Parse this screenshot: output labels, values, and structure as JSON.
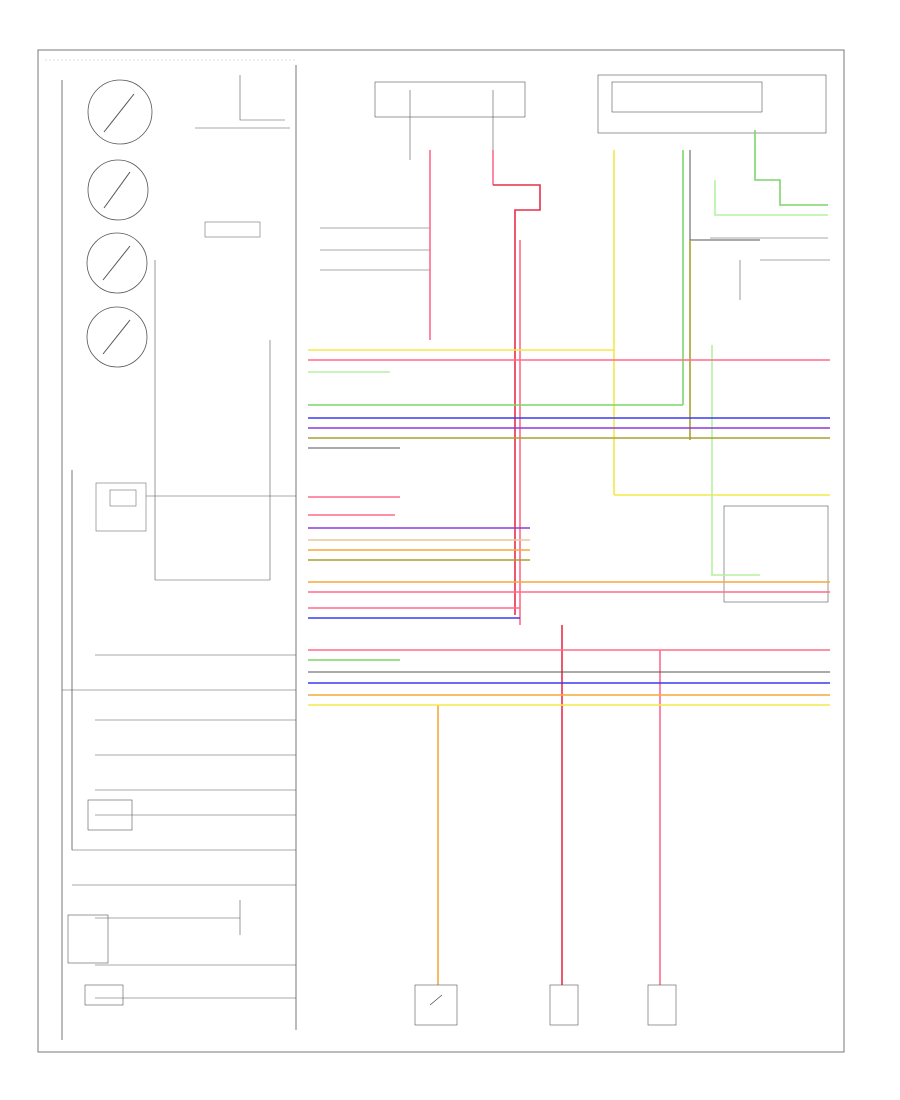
{
  "diagram": {
    "footer_label": "",
    "footer_sub": "",
    "colors": {
      "border": "#7a7a7a",
      "wire_black": "#555555",
      "pink": "#ff6b8a",
      "red": "#e8304a",
      "yellow": "#f4e84a",
      "green": "#7cd66a",
      "light_green": "#b6f0a4",
      "blue": "#3a3af0",
      "purple": "#8a3ae0",
      "orange": "#f5a83a",
      "olive": "#a8a030",
      "tan": "#e8c89a"
    },
    "gauges": [
      {
        "name": "gauge-1",
        "label": ""
      },
      {
        "name": "gauge-2",
        "label": ""
      },
      {
        "name": "gauge-3",
        "label": ""
      },
      {
        "name": "gauge-4",
        "label": ""
      }
    ],
    "components": [
      {
        "name": "bottom-component-1",
        "label": ""
      },
      {
        "name": "bottom-component-2",
        "label": ""
      },
      {
        "name": "bottom-component-3",
        "label": ""
      }
    ]
  }
}
